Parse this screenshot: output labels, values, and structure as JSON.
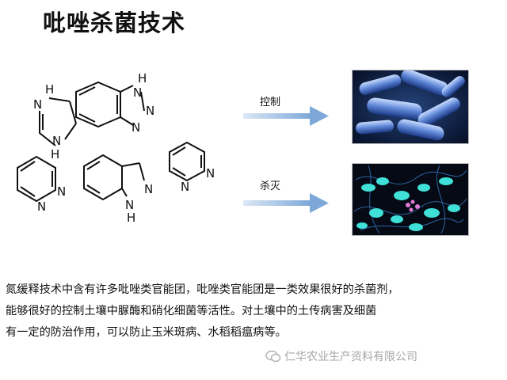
{
  "title": "吡唑杀菌技术",
  "molecules": {
    "imidazole_h": "H",
    "imidazole_n": "N",
    "imidazole_nh": "N",
    "imidazole_h2": "H",
    "benzotriazole_h": "H",
    "benzotriazole_n1": "N",
    "benzotriazole_n2": "N",
    "benzotriazole_n3": "N",
    "pyridazine1_n1": "N",
    "pyridazine1_n2": "N",
    "indazole_n1": "N",
    "indazole_nh": "N",
    "indazole_h": "H",
    "pyridazine2_n1": "N",
    "pyridazine2_n2": "N"
  },
  "arrows": {
    "control_label": "控制",
    "kill_label": "杀灭"
  },
  "description": [
    "氮缓释技术中含有许多吡唑类官能团，吡唑类官能团是一类效果很好的杀菌剂，",
    "能够很好的控制土壤中脲酶和硝化细菌等活性。对土壤中的土传病害及细菌",
    "有一定的防治作用，可以防止玉米斑病、水稻稻瘟病等。"
  ],
  "watermark": "仁华农业生产资料有限公司",
  "colors": {
    "arrow": "#8fb4dd",
    "bacteria_bg": "#0a1a3a",
    "protein_bg": "#050a14"
  },
  "icons": {
    "bacteria": "bacteria-image",
    "protein": "protein-structure-image",
    "watermark": "wechat-icon"
  }
}
